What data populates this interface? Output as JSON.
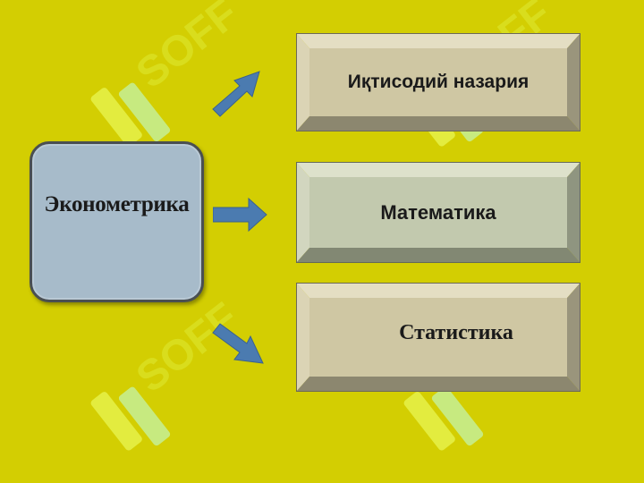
{
  "diagram": {
    "center": {
      "label": "Эконометрика"
    },
    "targets": [
      {
        "label": "Иқтисодий назария"
      },
      {
        "label": "Математика"
      },
      {
        "label": "Статистика"
      }
    ]
  },
  "colors": {
    "background": "#d3ce02",
    "center_fill": "#a7bbca",
    "box_beige": "#cfc7a3",
    "box_green": "#c2c9ae",
    "arrow": "#4b7bb0"
  }
}
